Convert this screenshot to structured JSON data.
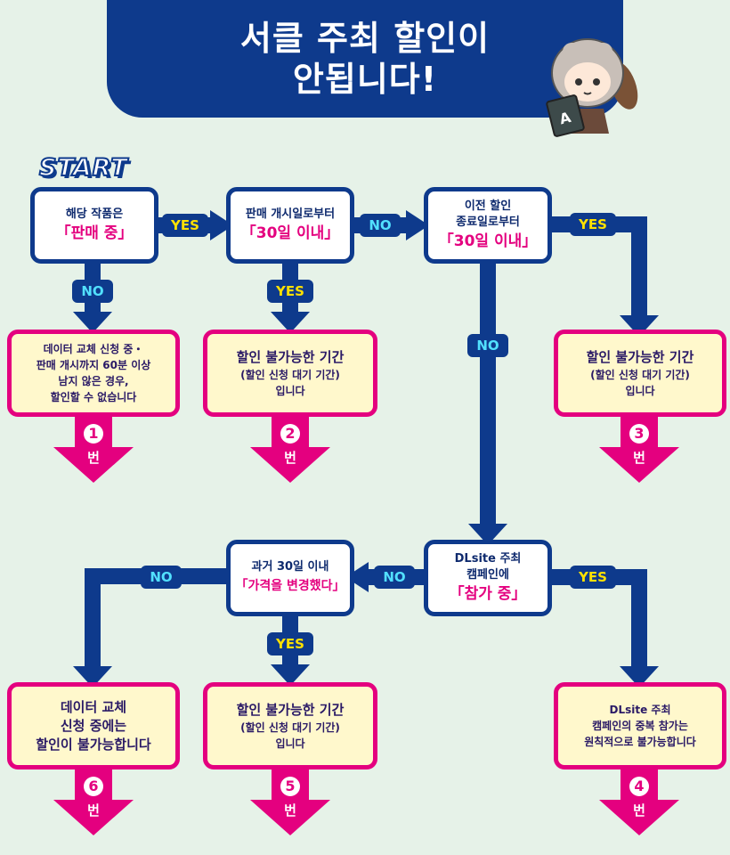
{
  "title": {
    "line1": "서클 주최 할인이",
    "line2": "안됩니다!"
  },
  "start_label": "START",
  "labels": {
    "yes": "YES",
    "no": "NO"
  },
  "questions": {
    "q1": {
      "small": "해당 작품은",
      "big": "「판매 중」"
    },
    "q2": {
      "small": "판매 개시일로부터",
      "big": "「30일 이내」"
    },
    "q3": {
      "small1": "이전 할인",
      "small2": "종료일로부터",
      "big": "「30일 이내」"
    },
    "q4": {
      "small1": "DLsite 주최",
      "small2": "캠페인에",
      "big": "「참가 중」"
    },
    "q5": {
      "small": "과거 30일 이내",
      "big": "「가격을 변경했다」"
    }
  },
  "results": {
    "r1": {
      "lines": [
        "데이터 교체 신청 중・",
        "판매 개시까지 60분 이상",
        "남지 않은 경우,",
        "할인할 수 없습니다"
      ],
      "num": "1",
      "suffix": "번"
    },
    "r2": {
      "big": "할인 불가능한 기간",
      "small1": "(할인 신청 대기 기간)",
      "small2": "입니다",
      "num": "2",
      "suffix": "번"
    },
    "r3": {
      "big": "할인 불가능한 기간",
      "small1": "(할인 신청 대기 기간)",
      "small2": "입니다",
      "num": "3",
      "suffix": "번"
    },
    "r4": {
      "lines": [
        "DLsite 주최",
        "캠페인의 중복 참가는",
        "원칙적으로 불가능합니다"
      ],
      "num": "4",
      "suffix": "번"
    },
    "r5": {
      "big": "할인 불가능한 기간",
      "small1": "(할인 신청 대기 기간)",
      "small2": "입니다",
      "num": "5",
      "suffix": "번"
    },
    "r6": {
      "lines": [
        "데이터 교체",
        "신청 중에는",
        "할인이 불가능합니다"
      ],
      "num": "6",
      "suffix": "번"
    }
  },
  "colors": {
    "navy": "#0e3a8c",
    "magenta": "#e4007f",
    "result_fill": "#fff8cc",
    "yes_text": "#ffe100",
    "no_text": "#52e0ff",
    "background": "#e6f2e8"
  },
  "mascot_book_letter": "A"
}
